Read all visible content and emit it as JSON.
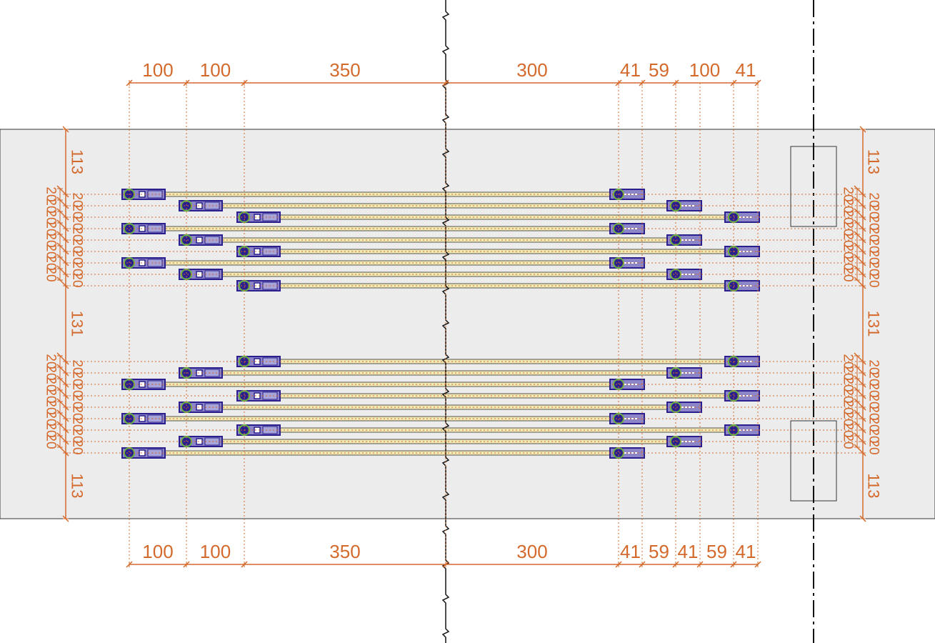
{
  "colors": {
    "dimension": "#d4692c",
    "slab": "#ececec",
    "outline": "#333333",
    "anchor": "#2a1f8c",
    "anchor_fill": "#8c86c8",
    "tendon": "#f1e9b4",
    "ring": "#6db33f",
    "axis": "#111111"
  },
  "icons": {
    "break_line": "zigzag-break-line",
    "axis_line": "dash-dot-center-line",
    "anchor": "tendon-anchor-block",
    "wedge_ring": "green-ring-icon"
  },
  "dimensions": {
    "top": [
      "100",
      "100",
      "350",
      "300",
      "41",
      "59",
      "100",
      "41"
    ],
    "bottom": [
      "100",
      "100",
      "350",
      "300",
      "41",
      "59",
      "41",
      "59",
      "41"
    ],
    "left_outer": [
      "113",
      "20",
      "20",
      "20",
      "20",
      "20",
      "20",
      "20",
      "20",
      "131",
      "20",
      "20",
      "20",
      "20",
      "20",
      "20",
      "20",
      "20",
      "113"
    ],
    "left_inner": [
      "20",
      "20",
      "20",
      "20",
      "20",
      "20",
      "20",
      "20",
      "20",
      "20",
      "20",
      "20",
      "20",
      "20",
      "20",
      "20"
    ],
    "right_outer": [
      "113",
      "20",
      "20",
      "20",
      "20",
      "20",
      "20",
      "20",
      "20",
      "131",
      "20",
      "20",
      "20",
      "20",
      "20",
      "20",
      "20",
      "20",
      "113"
    ],
    "right_inner": [
      "20",
      "20",
      "20",
      "20",
      "20",
      "20",
      "20",
      "20",
      "20",
      "20",
      "20",
      "20",
      "20",
      "20",
      "20",
      "20"
    ]
  }
}
